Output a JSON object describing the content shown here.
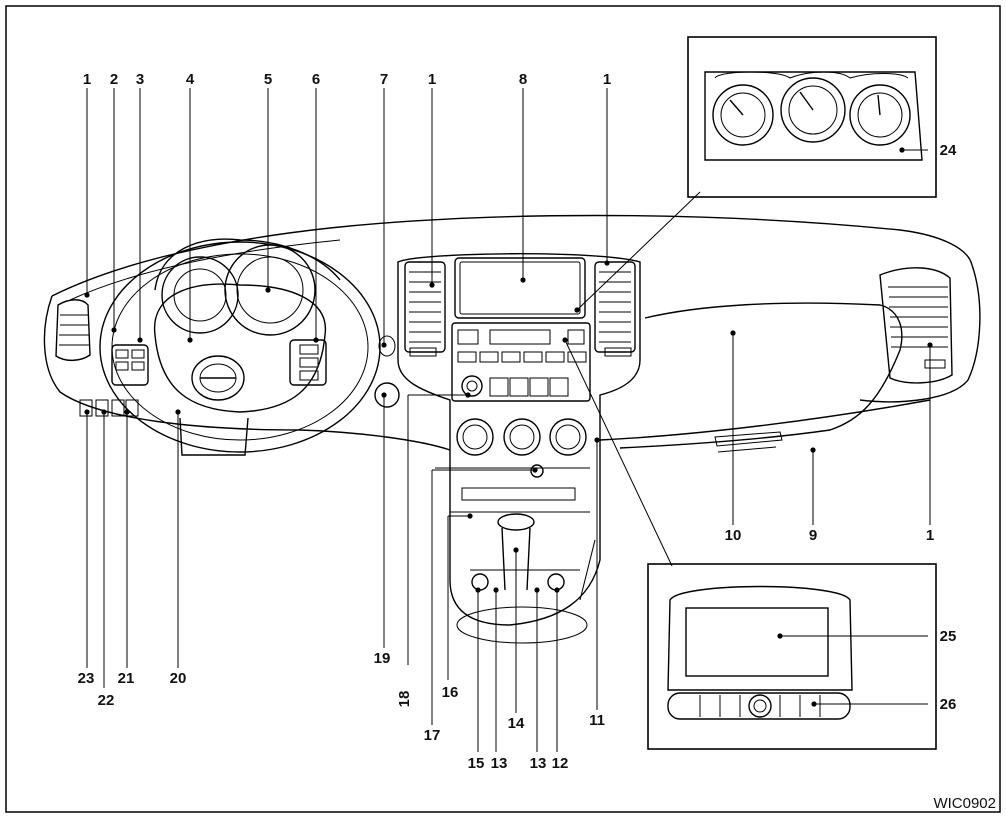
{
  "figure_code": "WIC0902",
  "callouts": {
    "n1a": "1",
    "n2": "2",
    "n3": "3",
    "n4": "4",
    "n5": "5",
    "n6": "6",
    "n7": "7",
    "n1b": "1",
    "n8": "8",
    "n1c": "1",
    "n24": "24",
    "n10": "10",
    "n9": "9",
    "n1d": "1",
    "n25": "25",
    "n26": "26",
    "n23": "23",
    "n22": "22",
    "n21": "21",
    "n20": "20",
    "n19": "19",
    "n18": "18",
    "n17": "17",
    "n16": "16",
    "n15": "15",
    "n13a": "13",
    "n14": "14",
    "n13b": "13",
    "n12": "12",
    "n11": "11"
  }
}
